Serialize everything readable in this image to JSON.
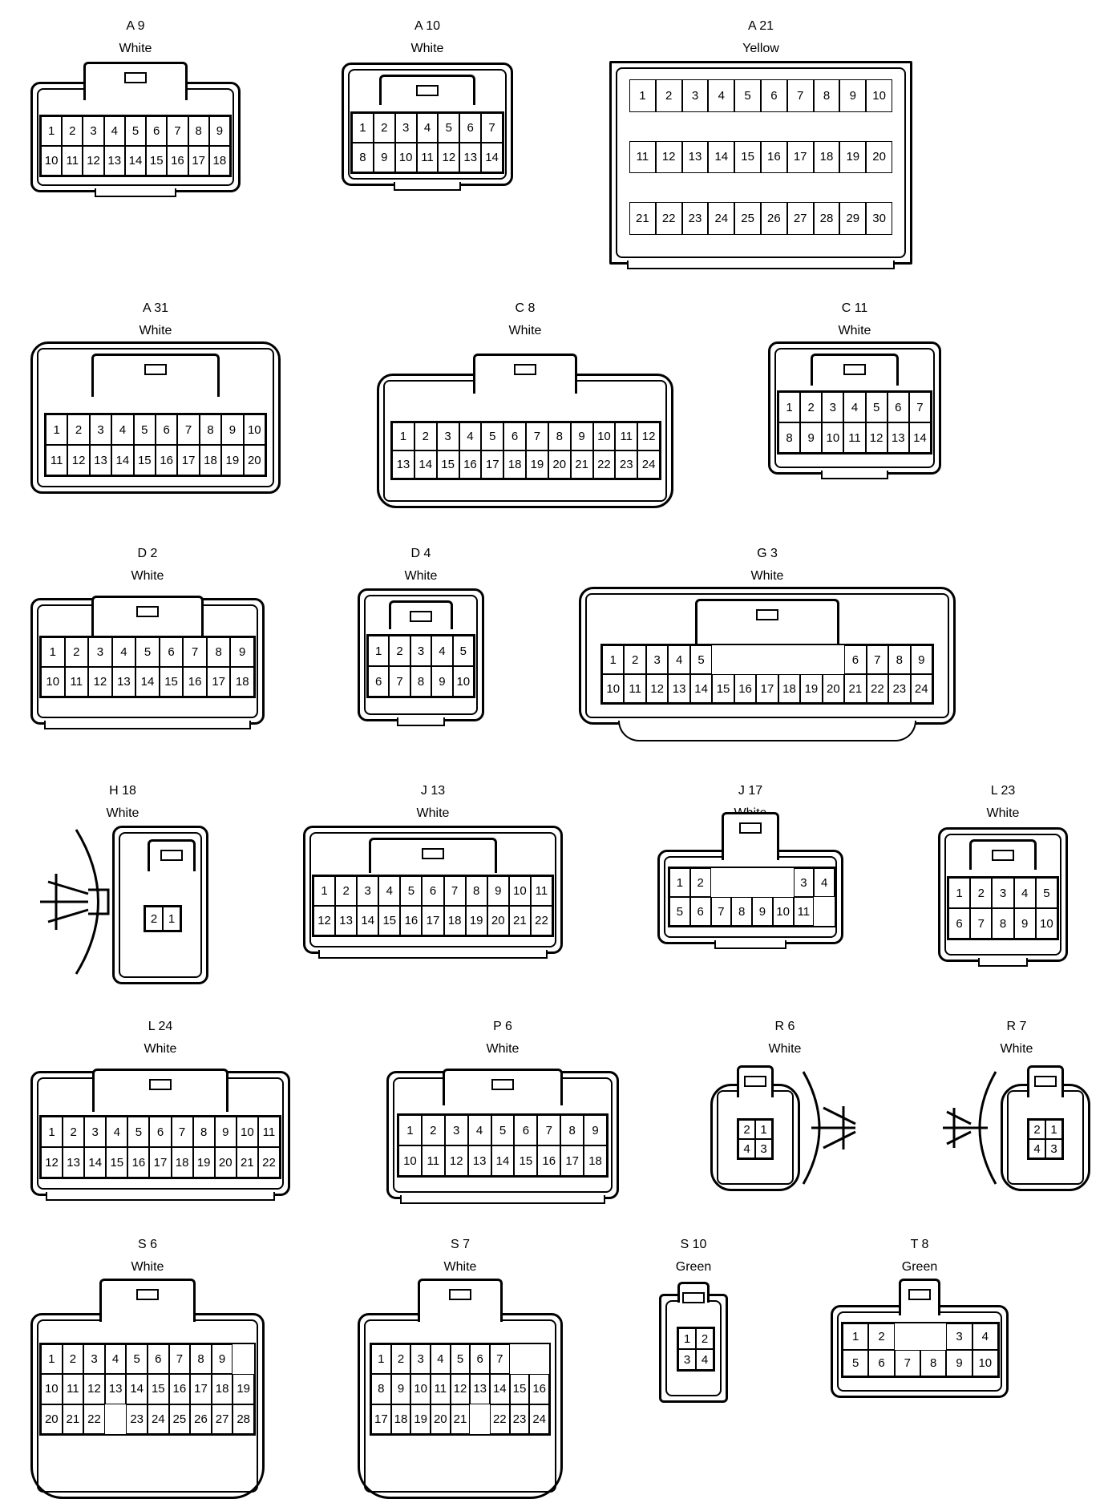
{
  "connectors": [
    {
      "code": "A 9",
      "color": "White",
      "rows": [
        [
          1,
          2,
          3,
          4,
          5,
          6,
          7,
          8,
          9
        ],
        [
          10,
          11,
          12,
          13,
          14,
          15,
          16,
          17,
          18
        ]
      ]
    },
    {
      "code": "A 10",
      "color": "White",
      "rows": [
        [
          1,
          2,
          3,
          4,
          5,
          6,
          7
        ],
        [
          8,
          9,
          10,
          11,
          12,
          13,
          14
        ]
      ]
    },
    {
      "code": "A 21",
      "color": "Yellow",
      "rows": [
        [
          1,
          2,
          3,
          4,
          5,
          6,
          7,
          8,
          9,
          10
        ],
        [
          11,
          12,
          13,
          14,
          15,
          16,
          17,
          18,
          19,
          20
        ],
        [
          21,
          22,
          23,
          24,
          25,
          26,
          27,
          28,
          29,
          30
        ]
      ]
    },
    {
      "code": "A 31",
      "color": "White",
      "rows": [
        [
          1,
          2,
          3,
          4,
          5,
          6,
          7,
          8,
          9,
          10
        ],
        [
          11,
          12,
          13,
          14,
          15,
          16,
          17,
          18,
          19,
          20
        ]
      ]
    },
    {
      "code": "C 8",
      "color": "White",
      "rows": [
        [
          1,
          2,
          3,
          4,
          5,
          6,
          7,
          8,
          9,
          10,
          11,
          12
        ],
        [
          13,
          14,
          15,
          16,
          17,
          18,
          19,
          20,
          21,
          22,
          23,
          24
        ]
      ]
    },
    {
      "code": "C 11",
      "color": "White",
      "rows": [
        [
          1,
          2,
          3,
          4,
          5,
          6,
          7
        ],
        [
          8,
          9,
          10,
          11,
          12,
          13,
          14
        ]
      ]
    },
    {
      "code": "D 2",
      "color": "White",
      "rows": [
        [
          1,
          2,
          3,
          4,
          5,
          6,
          7,
          8,
          9
        ],
        [
          10,
          11,
          12,
          13,
          14,
          15,
          16,
          17,
          18
        ]
      ]
    },
    {
      "code": "D 4",
      "color": "White",
      "rows": [
        [
          1,
          2,
          3,
          4,
          5
        ],
        [
          6,
          7,
          8,
          9,
          10
        ]
      ]
    },
    {
      "code": "G 3",
      "color": "White",
      "rows": [
        [
          1,
          2,
          3,
          4,
          5,
          null,
          null,
          null,
          null,
          null,
          null,
          6,
          7,
          8,
          9
        ],
        [
          10,
          11,
          12,
          13,
          14,
          15,
          16,
          17,
          18,
          19,
          20,
          21,
          22,
          23,
          24
        ]
      ]
    },
    {
      "code": "H 18",
      "color": "White",
      "rows": [
        [
          2,
          1
        ]
      ]
    },
    {
      "code": "J 13",
      "color": "White",
      "rows": [
        [
          1,
          2,
          3,
          4,
          5,
          6,
          7,
          8,
          9,
          10,
          11
        ],
        [
          12,
          13,
          14,
          15,
          16,
          17,
          18,
          19,
          20,
          21,
          22
        ]
      ]
    },
    {
      "code": "J 17",
      "color": "White",
      "rows": [
        [
          1,
          2,
          null,
          null,
          null,
          null,
          3,
          4
        ],
        [
          5,
          6,
          7,
          8,
          9,
          10,
          11
        ]
      ]
    },
    {
      "code": "L 23",
      "color": "White",
      "rows": [
        [
          1,
          2,
          3,
          4,
          5
        ],
        [
          6,
          7,
          8,
          9,
          10
        ]
      ]
    },
    {
      "code": "L 24",
      "color": "White",
      "rows": [
        [
          1,
          2,
          3,
          4,
          5,
          6,
          7,
          8,
          9,
          10,
          11
        ],
        [
          12,
          13,
          14,
          15,
          16,
          17,
          18,
          19,
          20,
          21,
          22
        ]
      ]
    },
    {
      "code": "P 6",
      "color": "White",
      "rows": [
        [
          1,
          2,
          3,
          4,
          5,
          6,
          7,
          8,
          9
        ],
        [
          10,
          11,
          12,
          13,
          14,
          15,
          16,
          17,
          18
        ]
      ]
    },
    {
      "code": "R 6",
      "color": "White",
      "rows": [
        [
          2,
          1
        ],
        [
          4,
          3
        ]
      ]
    },
    {
      "code": "R 7",
      "color": "White",
      "rows": [
        [
          2,
          1
        ],
        [
          4,
          3
        ]
      ]
    },
    {
      "code": "S 6",
      "color": "White",
      "rows": [
        [
          1,
          2,
          3,
          4,
          5,
          6,
          7,
          8,
          9
        ],
        [
          10,
          11,
          12,
          13,
          14,
          15,
          16,
          17,
          18,
          19
        ],
        [
          20,
          21,
          22,
          null,
          23,
          24,
          25,
          26,
          27,
          28
        ]
      ]
    },
    {
      "code": "S 7",
      "color": "White",
      "rows": [
        [
          1,
          2,
          3,
          4,
          5,
          6,
          7
        ],
        [
          8,
          9,
          10,
          11,
          12,
          13,
          14,
          15,
          16
        ],
        [
          17,
          18,
          19,
          20,
          21,
          null,
          22,
          23,
          24
        ]
      ]
    },
    {
      "code": "S 10",
      "color": "Green",
      "rows": [
        [
          1,
          2
        ],
        [
          3,
          4
        ]
      ]
    },
    {
      "code": "T 8",
      "color": "Green",
      "rows": [
        [
          1,
          2,
          null,
          null,
          3,
          4
        ],
        [
          5,
          6,
          7,
          8,
          9,
          10
        ]
      ]
    }
  ]
}
